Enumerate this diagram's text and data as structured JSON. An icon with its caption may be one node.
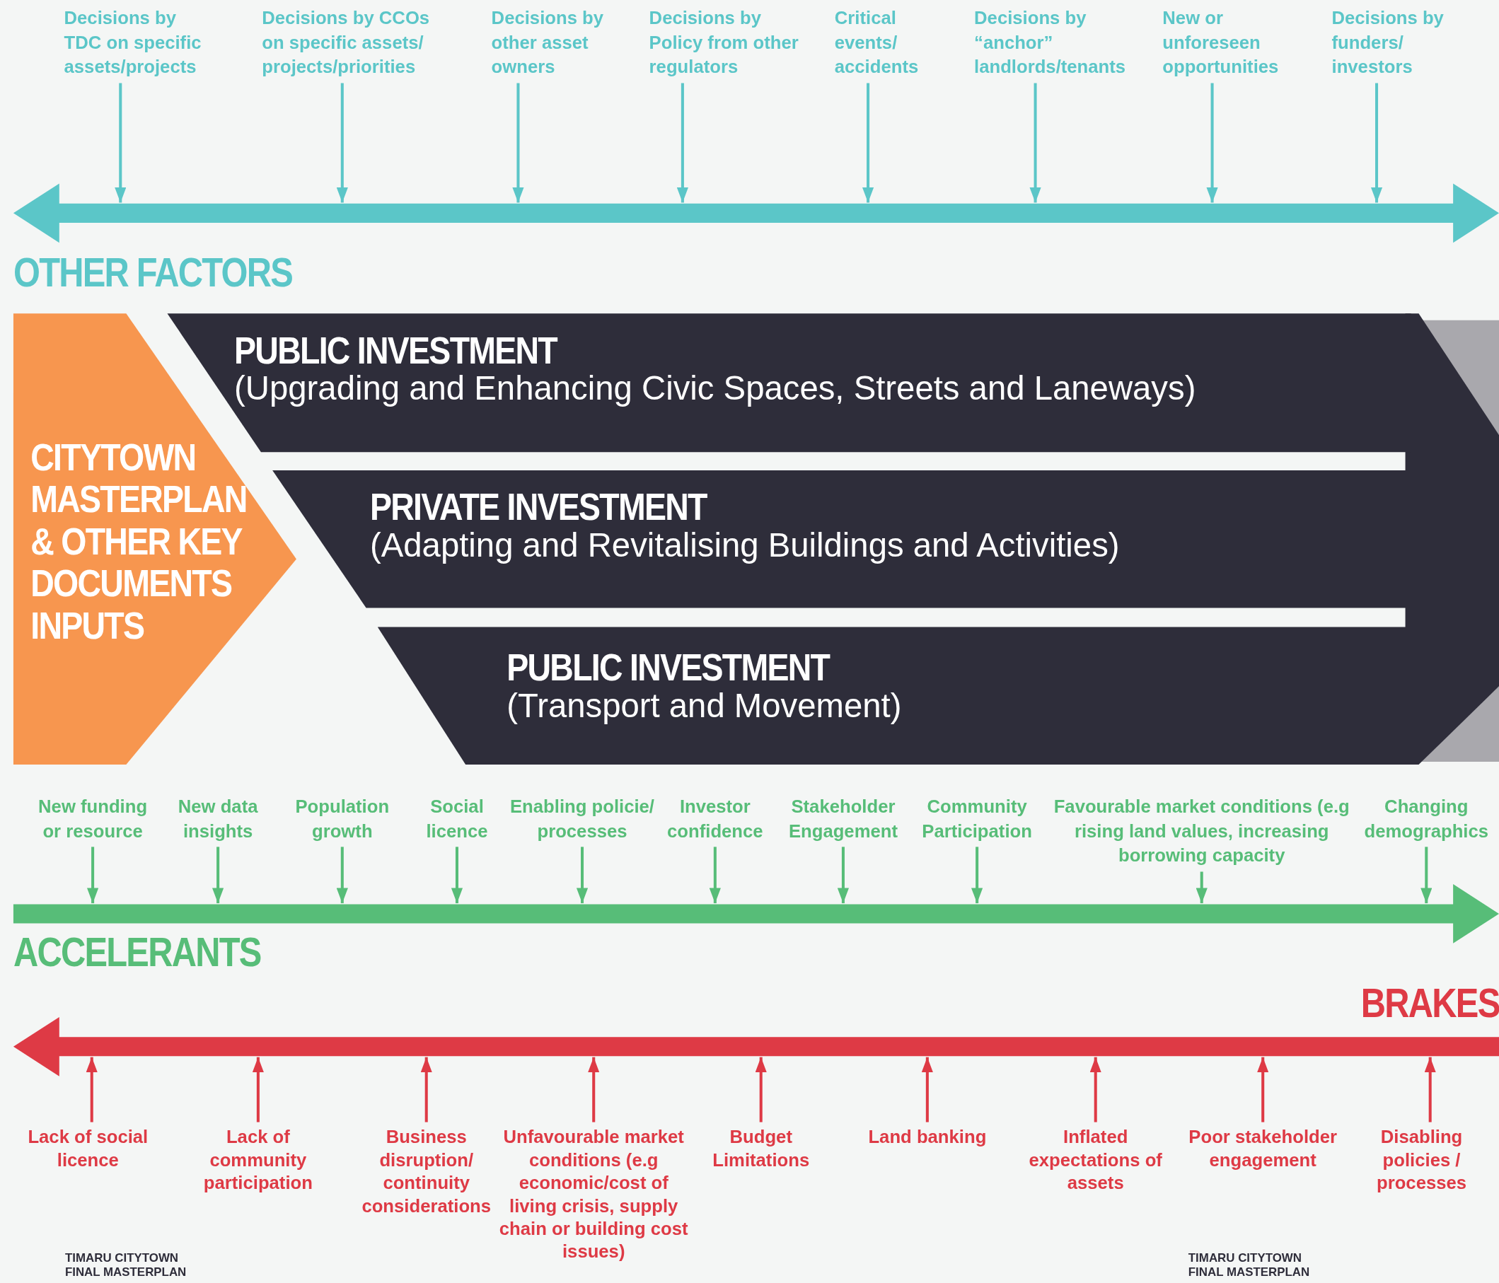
{
  "diagram": {
    "nodes": [
      {
        "text": [
          "OTHER FACTORS"
        ]
      },
      {
        "text": [
          "Decisions by TDC on specific assets/projects"
        ]
      },
      {
        "text": [
          "Decisions by CCOs on specific assets/ projects/priorities"
        ]
      },
      {
        "text": [
          "Decisions by other asset owners"
        ]
      },
      {
        "text": [
          "Decisions by Policy from other regulators"
        ]
      },
      {
        "text": [
          "Critical events/ accidents"
        ]
      },
      {
        "text": [
          "Decisions by “anchor” landlords/tenants"
        ]
      },
      {
        "text": [
          "New or unforeseen opportunities"
        ]
      },
      {
        "text": [
          "Decisions by funders/ investors"
        ]
      },
      {
        "text": [
          "CITYTOWN MASTERPLAN & OTHER KEY DOCUMENTS INPUTS"
        ]
      },
      {
        "text": [
          "PUBLIC INVESTMENT",
          "(Upgrading and Enhancing Civic Spaces, Streets and Laneways)"
        ]
      },
      {
        "text": [
          "PRIVATE INVESTMENT",
          "(Adapting and Revitalising Buildings and Activities)"
        ]
      },
      {
        "text": [
          "PUBLIC INVESTMENT",
          "(Transport and Movement)"
        ]
      },
      {
        "text": [
          "ACCELERANTS"
        ]
      },
      {
        "text": [
          "New funding or resource"
        ]
      },
      {
        "text": [
          "New data insights"
        ]
      },
      {
        "text": [
          "Population growth"
        ]
      },
      {
        "text": [
          "Social licence"
        ]
      },
      {
        "text": [
          "Enabling policie/ processes"
        ]
      },
      {
        "text": [
          "Investor confidence"
        ]
      },
      {
        "text": [
          "Stakeholder Engagement"
        ]
      },
      {
        "text": [
          "Community Participation"
        ]
      },
      {
        "text": [
          "Favourable market conditions (e.g rising land values, increasing borrowing capacity"
        ]
      },
      {
        "text": [
          "Changing demographics"
        ]
      },
      {
        "text": [
          "BRAKES"
        ]
      },
      {
        "text": [
          "Lack of social licence"
        ]
      },
      {
        "text": [
          "Lack of community participation"
        ]
      },
      {
        "text": [
          "Business disruption/ continuity considerations"
        ]
      },
      {
        "text": [
          "Unfavourable market conditions (e.g economic/cost of living crisis, supply chain or building cost issues)"
        ]
      },
      {
        "text": [
          "Budget Limitations"
        ]
      },
      {
        "text": [
          "Land banking"
        ]
      },
      {
        "text": [
          "Inflated expectations of assets"
        ]
      },
      {
        "text": [
          "Poor stakeholder engagement"
        ]
      },
      {
        "text": [
          "Disabling policies / processes"
        ]
      }
    ],
    "edges": [
      {
        "from": 1,
        "to": 0,
        "arrow": "to",
        "color": "#5bc6c8"
      },
      {
        "from": 2,
        "to": 0,
        "arrow": "to",
        "color": "#5bc6c8"
      },
      {
        "from": 3,
        "to": 0,
        "arrow": "to",
        "color": "#5bc6c8"
      },
      {
        "from": 4,
        "to": 0,
        "arrow": "to",
        "color": "#5bc6c8"
      },
      {
        "from": 5,
        "to": 0,
        "arrow": "to",
        "color": "#5bc6c8"
      },
      {
        "from": 6,
        "to": 0,
        "arrow": "to",
        "color": "#5bc6c8"
      },
      {
        "from": 7,
        "to": 0,
        "arrow": "to",
        "color": "#5bc6c8"
      },
      {
        "from": 8,
        "to": 0,
        "arrow": "to",
        "color": "#5bc6c8"
      },
      {
        "from": 14,
        "to": 13,
        "arrow": "to"
      },
      {
        "from": 15,
        "to": 13,
        "arrow": "to"
      },
      {
        "from": 16,
        "to": 13,
        "arrow": "to"
      },
      {
        "from": 17,
        "to": 13,
        "arrow": "to"
      },
      {
        "from": 18,
        "to": 13,
        "arrow": "to"
      },
      {
        "from": 19,
        "to": 13,
        "arrow": "to"
      },
      {
        "from": 20,
        "to": 13,
        "arrow": "to"
      },
      {
        "from": 21,
        "to": 13,
        "arrow": "to"
      },
      {
        "from": 22,
        "to": 13,
        "arrow": "to"
      },
      {
        "from": 23,
        "to": 13,
        "arrow": "to"
      },
      {
        "from": 25,
        "to": 24,
        "arrow": "to",
        "color": "#de3a45"
      },
      {
        "from": 26,
        "to": 24,
        "arrow": "to",
        "color": "#de3a45"
      },
      {
        "from": 27,
        "to": 24,
        "arrow": "to",
        "color": "#de3a45"
      },
      {
        "from": 28,
        "to": 24,
        "arrow": "to",
        "color": "#de3a45"
      },
      {
        "from": 29,
        "to": 24,
        "arrow": "to",
        "color": "#de3a45"
      },
      {
        "from": 30,
        "to": 24,
        "arrow": "to",
        "color": "#de3a45"
      },
      {
        "from": 31,
        "to": 24,
        "arrow": "to",
        "color": "#de3a45"
      },
      {
        "from": 32,
        "to": 24,
        "arrow": "to",
        "color": "#de3a45"
      },
      {
        "from": 33,
        "to": 24,
        "arrow": "to",
        "color": "#de3a45"
      }
    ],
    "labels": [
      "TIMARU CITYTOWN FINAL MASTERPLAN",
      "TIMARU CITYTOWN FINAL MASTERPLAN"
    ]
  }
}
